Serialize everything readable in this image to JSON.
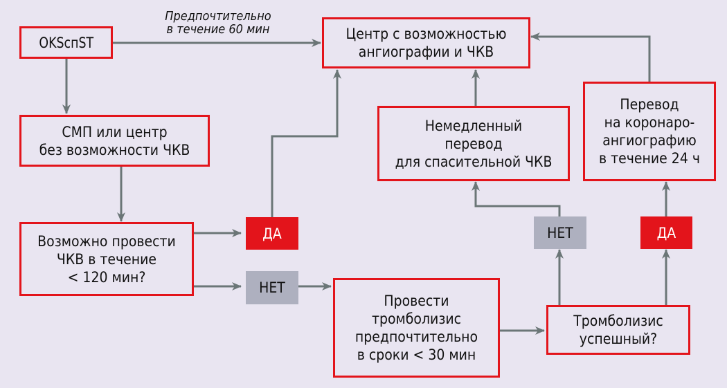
{
  "diagram": {
    "colors": {
      "background": "#e9e5f1",
      "box_border": "#e3141b",
      "yes_fill": "#e3141b",
      "no_fill": "#aeb0bf",
      "connector": "#6b7677"
    },
    "nodes": {
      "start": "OKSспST",
      "pci_center": "Центр с возможностью\nангиографии и ЧКВ",
      "ems": "СМП или центр\nбез возможности ЧКВ",
      "question_pci": "Возможно провести\nЧКВ в течение\n< 120 мин?",
      "rescue_pci": "Немедленный\nперевод\nдля спасительной ЧКВ",
      "transfer_angio": "Перевод\nна коронаро-\nангиографию\nв течение 24 ч",
      "thrombolysis": "Провести\nтромболизис\nпредпочтительно\nв сроки < 30 мин",
      "thrombolysis_success": "Тромболизис\nуспешный?"
    },
    "decisions": {
      "yes_pci": "ДА",
      "no_pci": "НЕТ",
      "no_success": "НЕТ",
      "yes_success": "ДА"
    },
    "annotations": {
      "direct_route": "Предпочтительно\nв течение 60 мин"
    },
    "edges": [
      {
        "from": "start",
        "to": "pci_center",
        "label": "direct_route"
      },
      {
        "from": "start",
        "to": "ems"
      },
      {
        "from": "ems",
        "to": "question_pci"
      },
      {
        "from": "question_pci",
        "to": "yes_pci"
      },
      {
        "from": "yes_pci",
        "to": "pci_center"
      },
      {
        "from": "question_pci",
        "to": "no_pci"
      },
      {
        "from": "no_pci",
        "to": "thrombolysis"
      },
      {
        "from": "thrombolysis",
        "to": "thrombolysis_success"
      },
      {
        "from": "thrombolysis_success",
        "to": "no_success"
      },
      {
        "from": "no_success",
        "to": "rescue_pci"
      },
      {
        "from": "rescue_pci",
        "to": "pci_center"
      },
      {
        "from": "thrombolysis_success",
        "to": "yes_success"
      },
      {
        "from": "yes_success",
        "to": "transfer_angio"
      },
      {
        "from": "transfer_angio",
        "to": "pci_center"
      }
    ]
  }
}
